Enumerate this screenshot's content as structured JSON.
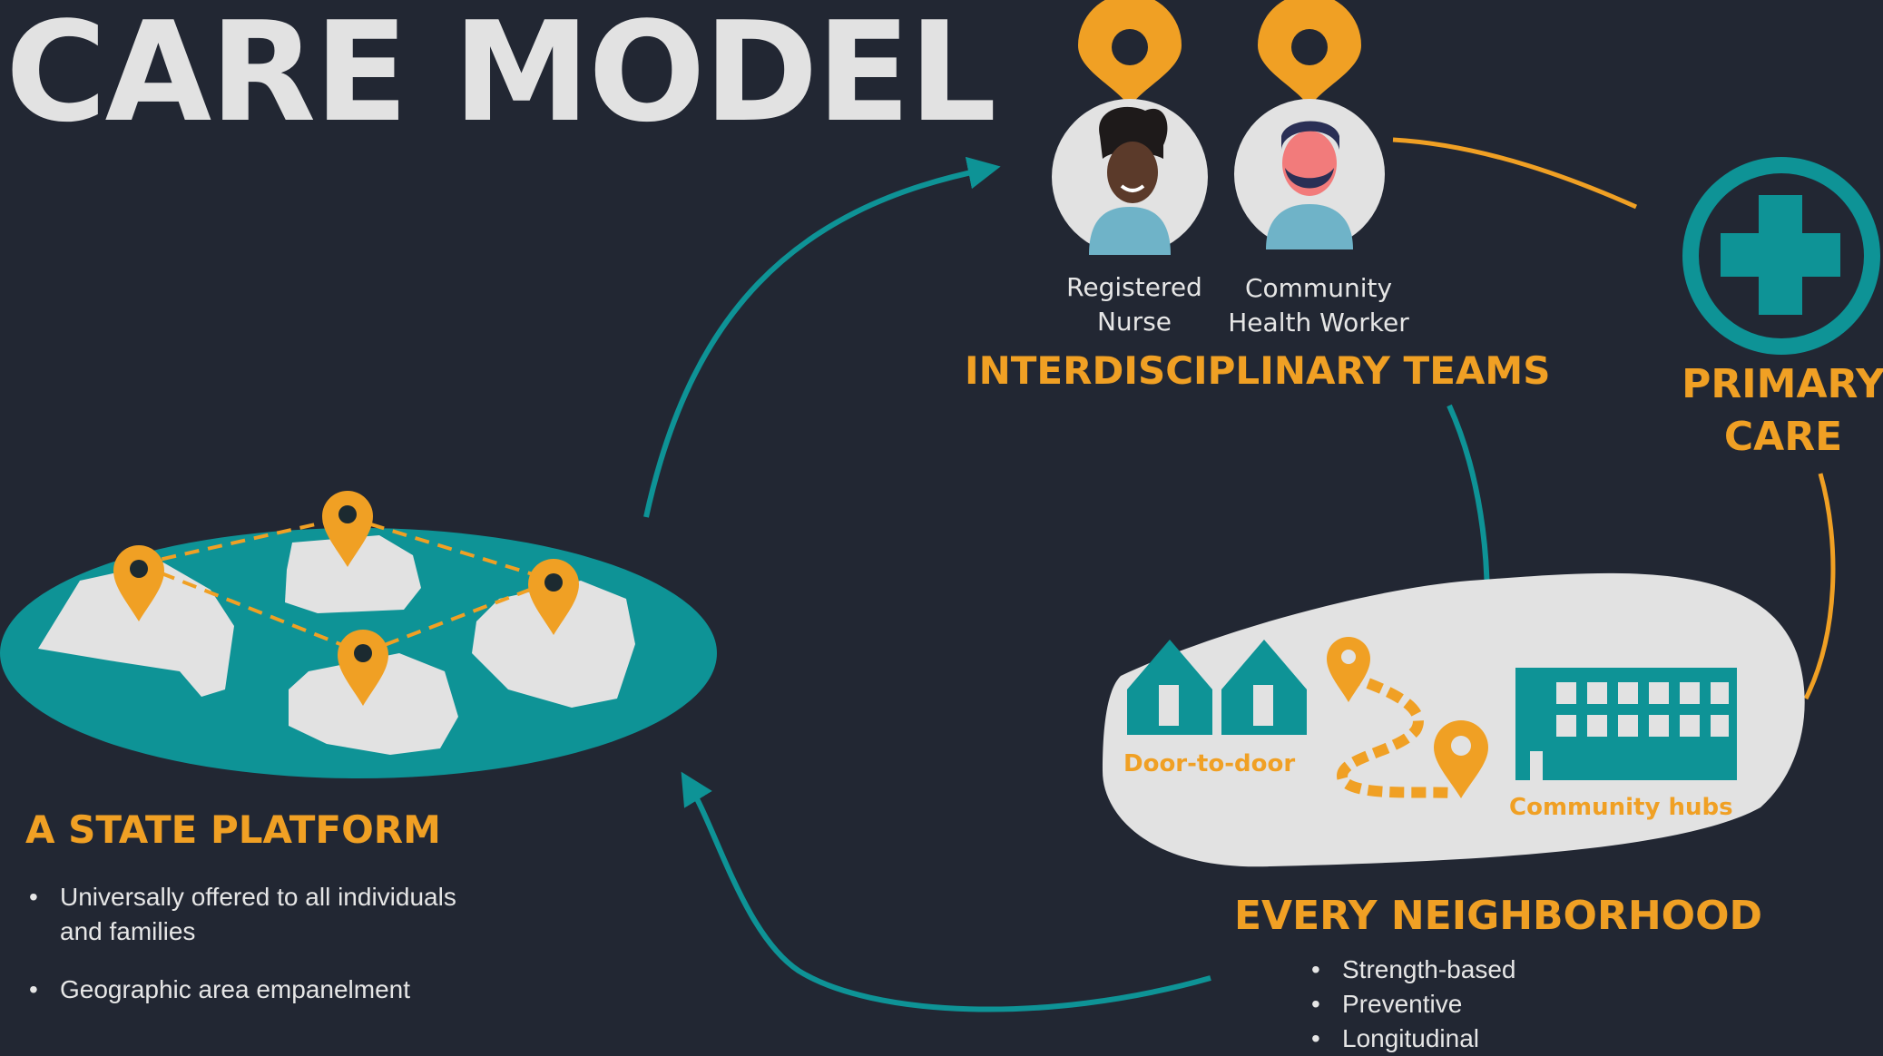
{
  "title": "CARE MODEL",
  "platform": {
    "heading": "A STATE PLATFORM",
    "bullets": [
      "Universally offered to all individuals and families",
      "Geographic area empanelment"
    ]
  },
  "teams": {
    "heading": "INTERDISCIPLINARY TEAMS",
    "roles": [
      "Registered\nNurse",
      "Community\nHealth Worker"
    ]
  },
  "primary_care": {
    "heading": "PRIMARY CARE"
  },
  "neighborhood": {
    "heading": "EVERY NEIGHBORHOOD",
    "door_label": "Door-to-door",
    "hubs_label": "Community hubs",
    "bullets": [
      "Strength-based",
      "Preventive",
      "Longitudinal"
    ]
  },
  "colors": {
    "background": "#222733",
    "accent_orange": "#f0a024",
    "teal": "#0e9396",
    "light_gray": "#e2e2e2"
  },
  "icons": [
    "map-pin-icon",
    "nurse-avatar-icon",
    "health-worker-avatar-icon",
    "medical-cross-icon",
    "house-icon",
    "building-icon"
  ]
}
